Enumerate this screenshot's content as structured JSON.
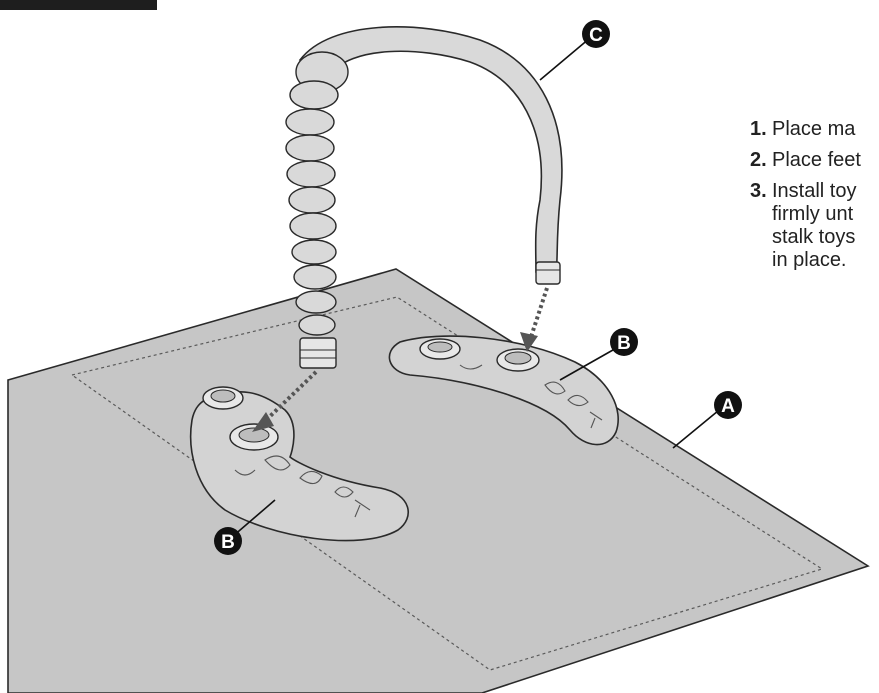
{
  "callouts": {
    "mat": "A",
    "feet_right": "B",
    "feet_left": "B",
    "stalk": "C"
  },
  "steps": [
    {
      "number": "1.",
      "text": "Place ma"
    },
    {
      "number": "2.",
      "text": "Place feet"
    },
    {
      "number": "3.",
      "lines": [
        "Install toy",
        "firmly unt",
        "stalk toys",
        "in place."
      ]
    }
  ],
  "colors": {
    "mat": "#c6c6c6",
    "outline": "#2a2a2a",
    "foot": "#d3d3d3",
    "stalk": "#d9d9d9",
    "callout_fill": "#111111"
  }
}
